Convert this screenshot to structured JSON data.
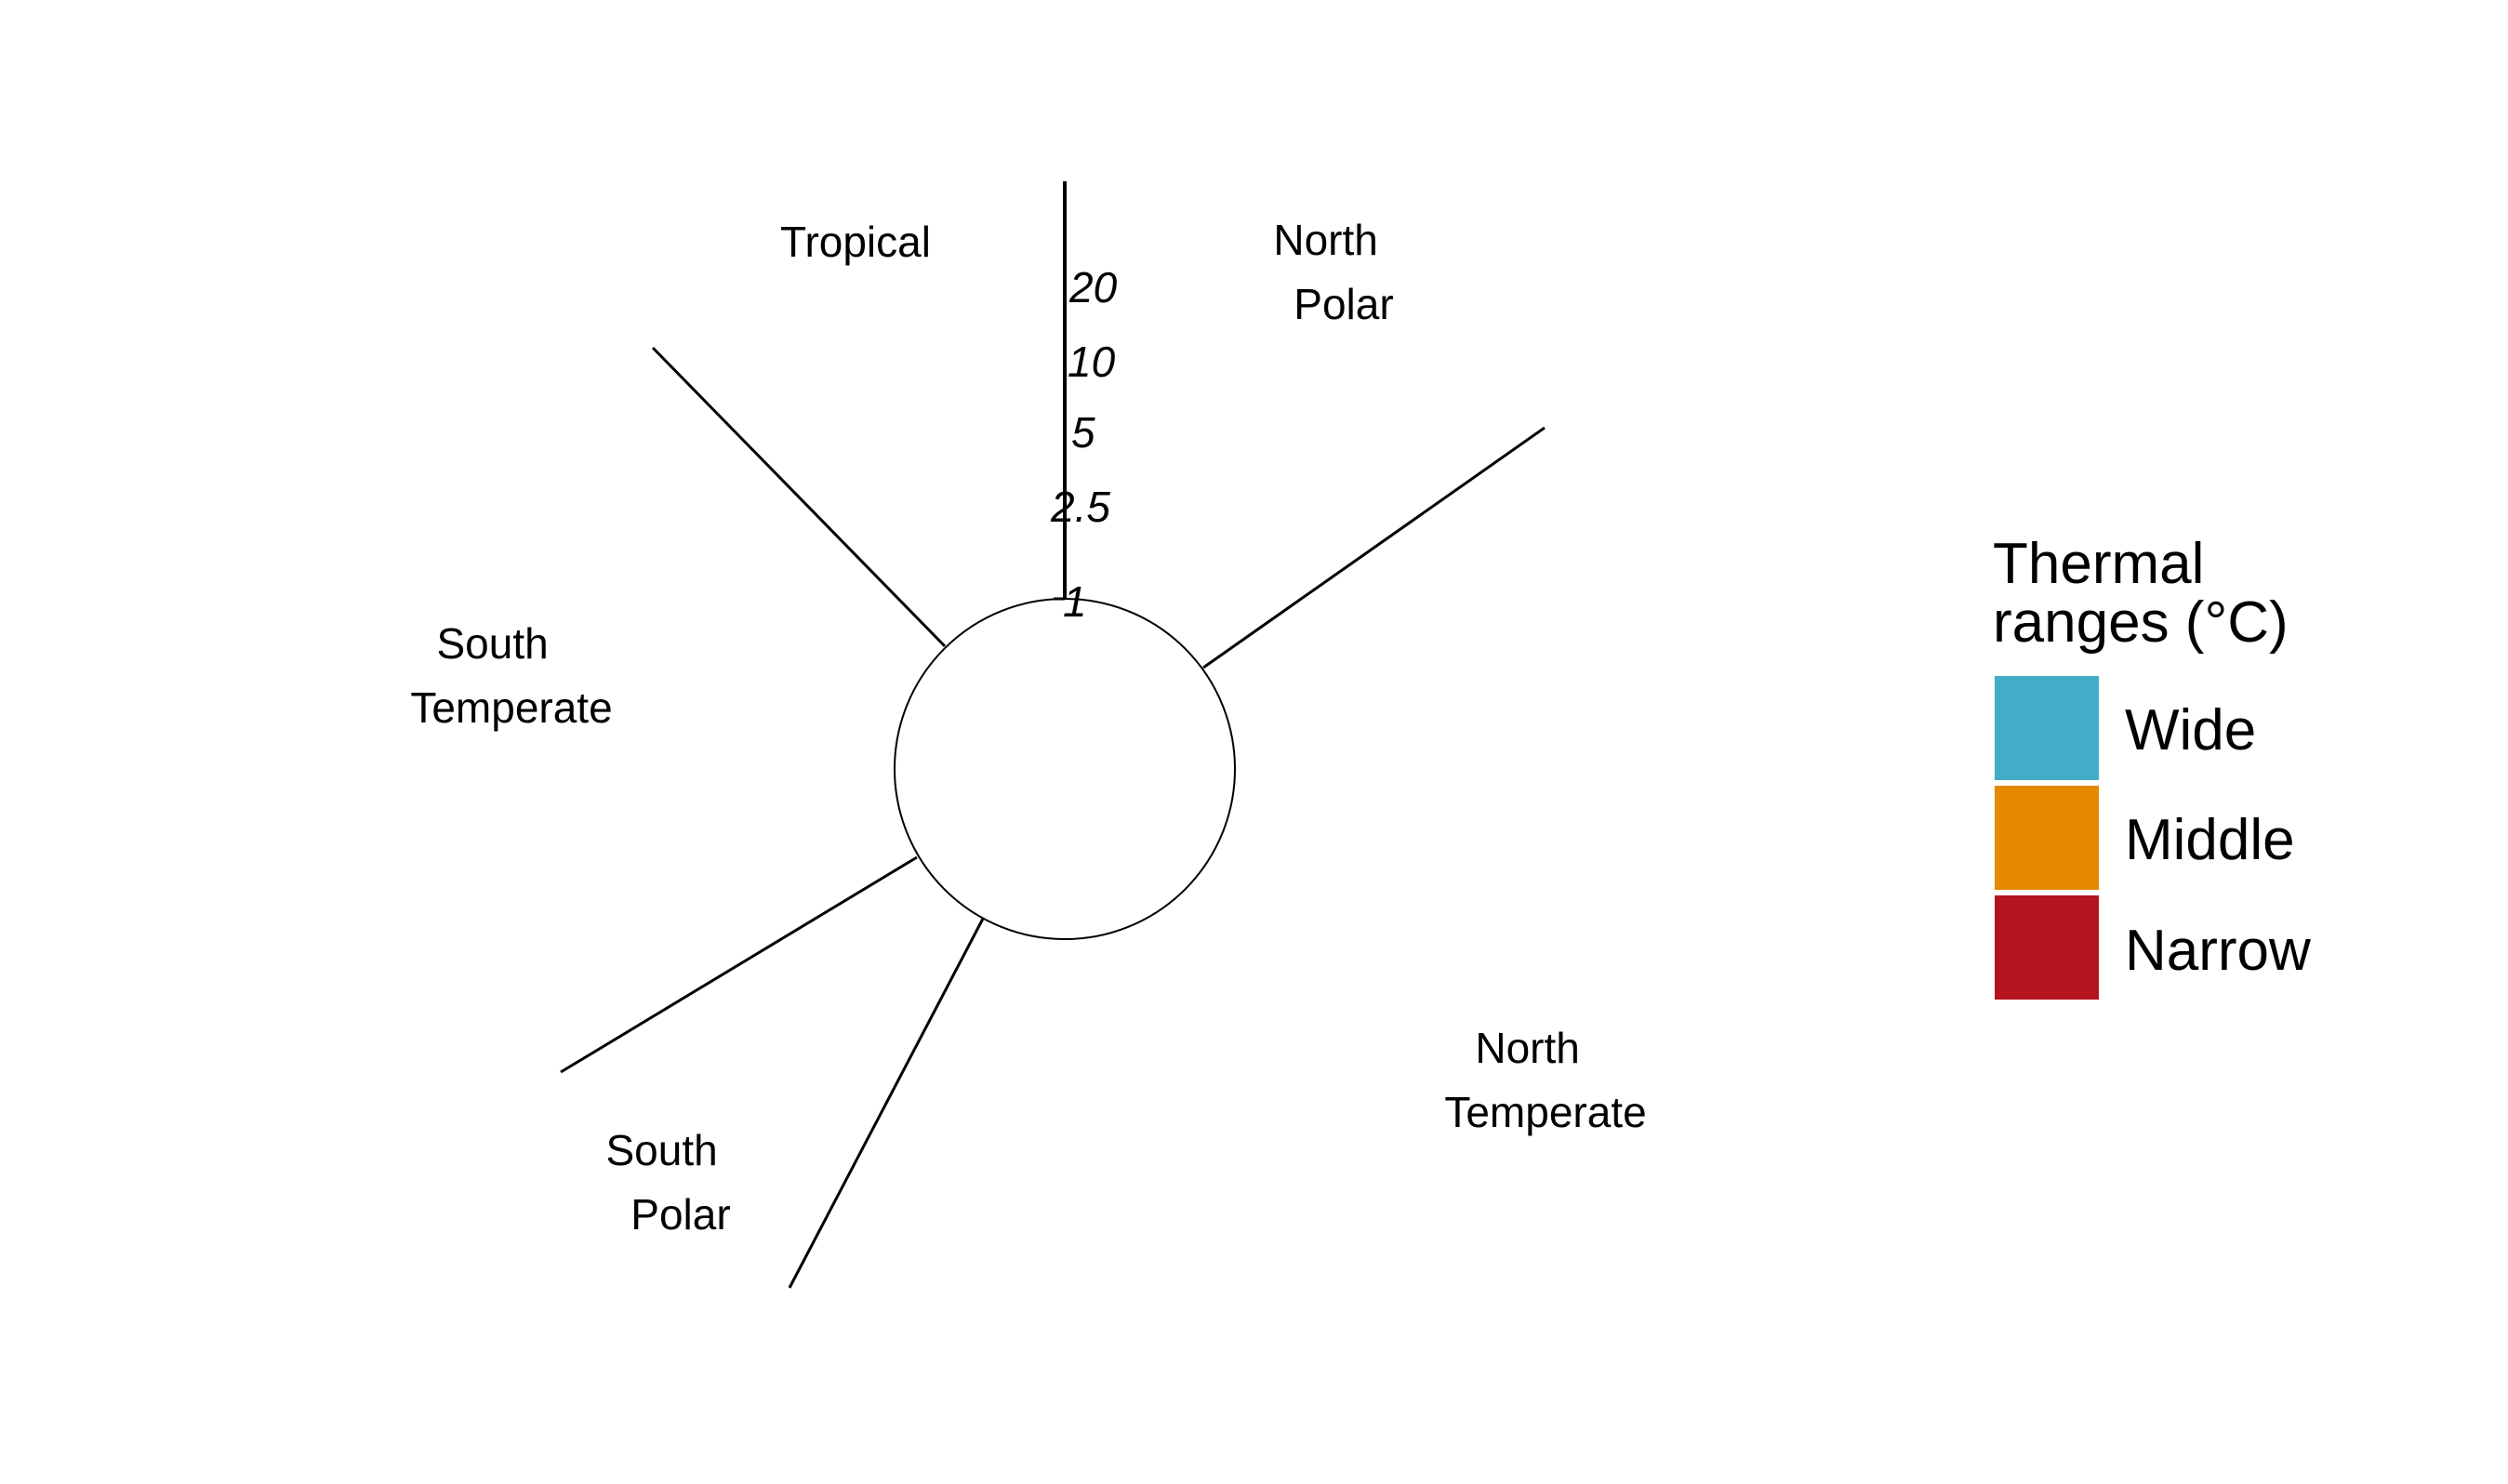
{
  "chart_data": {
    "type": "radial",
    "scale": "log",
    "axis_ticks": [
      "1",
      "2.5",
      "5",
      "10",
      "20"
    ],
    "axis_tick_values": [
      1,
      2.5,
      5,
      10,
      20
    ],
    "sectors": [
      {
        "name": "Tropical",
        "lines": [
          "Tropical"
        ]
      },
      {
        "name": "North Polar",
        "lines": [
          "North",
          "Polar"
        ]
      },
      {
        "name": "North Temperate",
        "lines": [
          "North",
          "Temperate"
        ]
      },
      {
        "name": "South Polar",
        "lines": [
          "South",
          "Polar"
        ]
      },
      {
        "name": "South Temperate",
        "lines": [
          "South",
          "Temperate"
        ]
      }
    ],
    "legend": {
      "title_lines": [
        "Thermal",
        "ranges (°C)"
      ],
      "items": [
        {
          "label": "Wide",
          "color": "#42ADC7"
        },
        {
          "label": "Middle",
          "color": "#E68800"
        },
        {
          "label": "Narrow",
          "color": "#B3141E"
        }
      ]
    }
  }
}
